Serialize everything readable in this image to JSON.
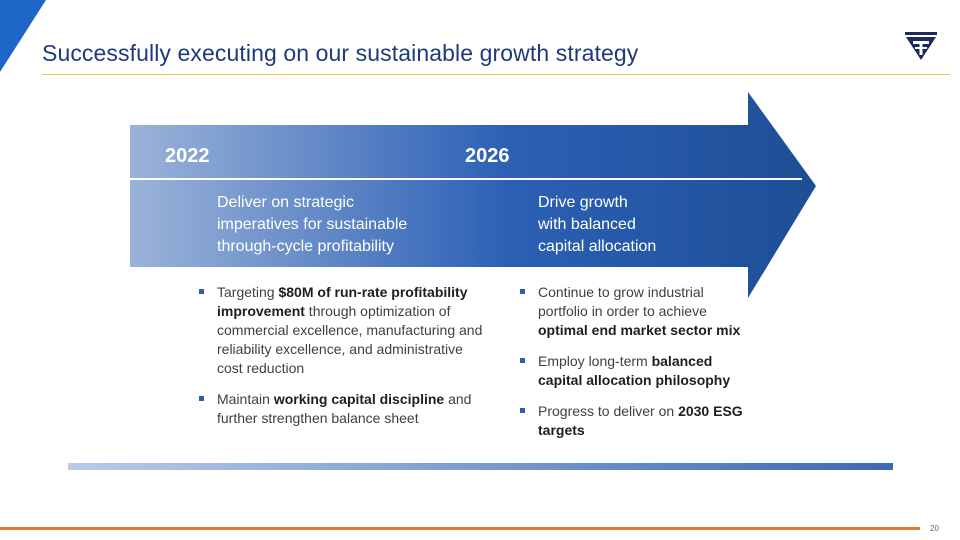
{
  "title": "Successfully executing on our sustainable growth strategy",
  "colors": {
    "title": "#1f3a7a",
    "accent_blue": "#2c60b5",
    "arrow_start": "#9bb3d9",
    "arrow_end": "#1d4e95",
    "title_rule": "#e9c94a",
    "footer_line": "#e07a31"
  },
  "logo_icon": "company-emblem-icon",
  "timeline": {
    "start_year": "2022",
    "end_year": "2026"
  },
  "columns": [
    {
      "headline": [
        "Deliver on strategic",
        "imperatives for sustainable",
        "through-cycle profitability"
      ],
      "bullets": [
        {
          "parts": [
            {
              "text": "Targeting ",
              "bold": false
            },
            {
              "text": "$80M of run-rate profitability improvement",
              "bold": true
            },
            {
              "text": " through optimization of commercial excellence, manufacturing and reliability excellence, and administrative cost reduction",
              "bold": false
            }
          ]
        },
        {
          "parts": [
            {
              "text": "Maintain ",
              "bold": false
            },
            {
              "text": "working capital discipline",
              "bold": true
            },
            {
              "text": " and further strengthen balance sheet",
              "bold": false
            }
          ]
        }
      ]
    },
    {
      "headline": [
        "Drive growth",
        "with balanced",
        "capital allocation"
      ],
      "bullets": [
        {
          "parts": [
            {
              "text": "Continue to grow industrial portfolio in order to achieve ",
              "bold": false
            },
            {
              "text": "optimal end market sector mix",
              "bold": true
            }
          ]
        },
        {
          "parts": [
            {
              "text": "Employ long-term ",
              "bold": false
            },
            {
              "text": "balanced capital allocation philosophy",
              "bold": true
            }
          ]
        },
        {
          "parts": [
            {
              "text": "Progress to deliver on ",
              "bold": false
            },
            {
              "text": "2030 ESG targets",
              "bold": true
            }
          ]
        }
      ]
    }
  ],
  "page_number": "20"
}
